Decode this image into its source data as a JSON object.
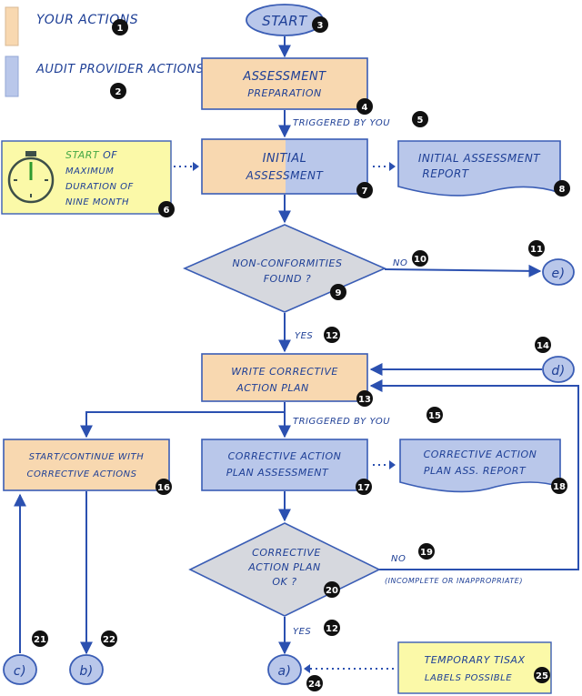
{
  "legend": {
    "your_actions": "Your Actions",
    "audit_provider_actions": "Audit provider Actions",
    "your_color": "#f8d8b0",
    "audit_color": "#b9c7ea"
  },
  "nodes": {
    "start": "Start",
    "assessment_preparation_line1": "Assessment",
    "assessment_preparation_line2": "preparation",
    "triggered_1": "Triggered by you",
    "initial_assessment_line1": "Initial",
    "initial_assessment_line2": "Assessment",
    "initial_report_line1": "Initial Assessment",
    "initial_report_line2": "Report",
    "timer_start": "Start",
    "timer_of": " of",
    "timer_line2": "Maximum",
    "timer_line3": "Duration of",
    "timer_line4": "nine month",
    "nc_found_line1": "Non-Conformities",
    "nc_found_line2": "Found ?",
    "no_1": "No",
    "e_label": "e)",
    "yes_1": "Yes",
    "write_plan_line1": "Write corrective",
    "write_plan_line2": "action plan",
    "d_label": "d)",
    "triggered_2": "Triggered by you",
    "start_continue_line1": "Start/continue with",
    "start_continue_line2": "Corrective actions",
    "cap_assessment_line1": "Corrective action",
    "cap_assessment_line2": "plan assessment",
    "cap_report_line1": "Corrective action",
    "cap_report_line2": "plan Ass. Report",
    "plan_ok_line1": "Corrective",
    "plan_ok_line2": "action plan",
    "plan_ok_line3": "ok ?",
    "no_2": "No",
    "incomplete": "(Incomplete or inappropriate)",
    "yes_2": "Yes",
    "c_label": "c)",
    "b_label": "b)",
    "a_label": "a)",
    "temp_labels_line1": "Temporary TISAX",
    "temp_labels_line2": "Labels possible"
  },
  "badges": [
    "1",
    "2",
    "3",
    "4",
    "5",
    "6",
    "7",
    "8",
    "9",
    "10",
    "11",
    "12",
    "13",
    "14",
    "15",
    "16",
    "17",
    "18",
    "19",
    "20",
    "21",
    "22",
    "24",
    "25",
    "12"
  ]
}
